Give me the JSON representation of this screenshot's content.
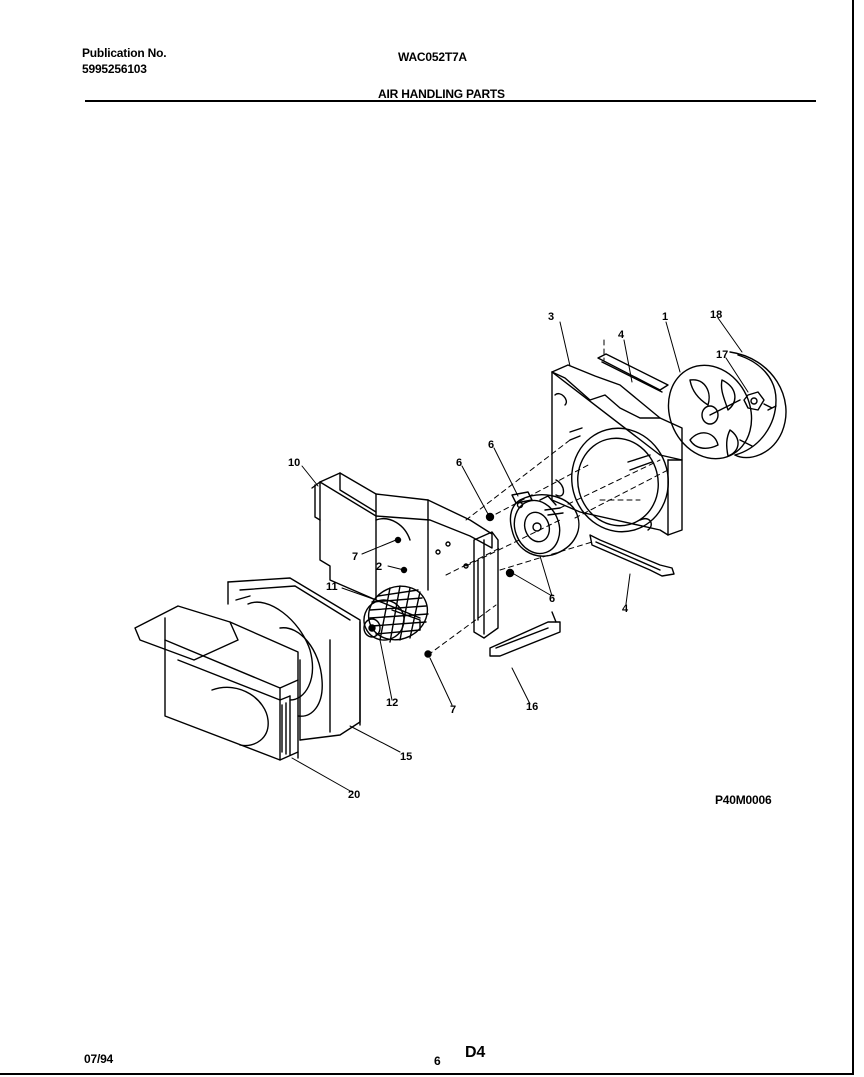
{
  "header": {
    "publication_label": "Publication No.",
    "publication_number": "5995256103",
    "model": "WAC052T7A",
    "section_title": "AIR HANDLING PARTS"
  },
  "diagram": {
    "callouts": {
      "c1": "1",
      "c2": "2",
      "c3": "3",
      "c4a": "4",
      "c4b": "4",
      "c6a": "6",
      "c6b": "6",
      "c6c": "6",
      "c7a": "7",
      "c7b": "7",
      "c10": "10",
      "c11": "11",
      "c12": "12",
      "c15": "15",
      "c16": "16",
      "c17": "17",
      "c18": "18",
      "c20": "20"
    },
    "drawing_code": "P40M0006"
  },
  "footer": {
    "date": "07/94",
    "page_number": "6",
    "page_code": "D4"
  }
}
